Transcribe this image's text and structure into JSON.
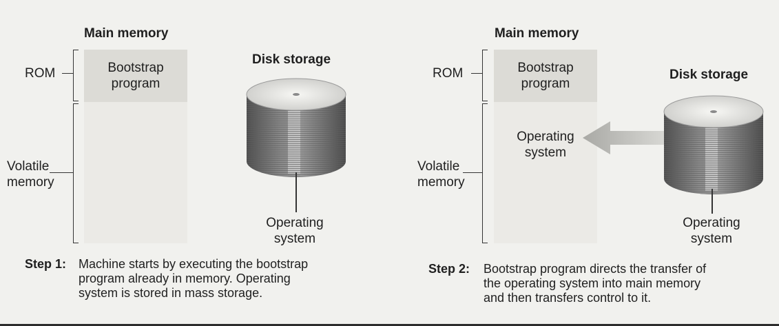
{
  "step1": {
    "main_memory_title": "Main memory",
    "rom_label": "ROM",
    "bootstrap_text": [
      "Bootstrap",
      "program"
    ],
    "volatile_label": [
      "Volatile",
      "memory"
    ],
    "disk_title": "Disk storage",
    "os_text": [
      "Operating",
      "system"
    ],
    "step_label": "Step 1:",
    "caption": [
      "Machine starts by executing the bootstrap",
      "program already in memory. Operating",
      "system is stored in mass storage."
    ]
  },
  "step2": {
    "main_memory_title": "Main memory",
    "rom_label": "ROM",
    "bootstrap_text": [
      "Bootstrap",
      "program"
    ],
    "memory_os_text": [
      "Operating",
      "system"
    ],
    "volatile_label": [
      "Volatile",
      "memory"
    ],
    "disk_title": "Disk storage",
    "os_text": [
      "Operating",
      "system"
    ],
    "step_label": "Step 2:",
    "caption": [
      "Bootstrap program directs the transfer of",
      "the operating system into main memory",
      "and then transfers control to it."
    ]
  },
  "colors": {
    "rom_fill": "#dcdbd6",
    "volatile_fill": "#ebeae6",
    "disk_body": "#7d7d7d",
    "arrow": "#b9b9b5"
  }
}
